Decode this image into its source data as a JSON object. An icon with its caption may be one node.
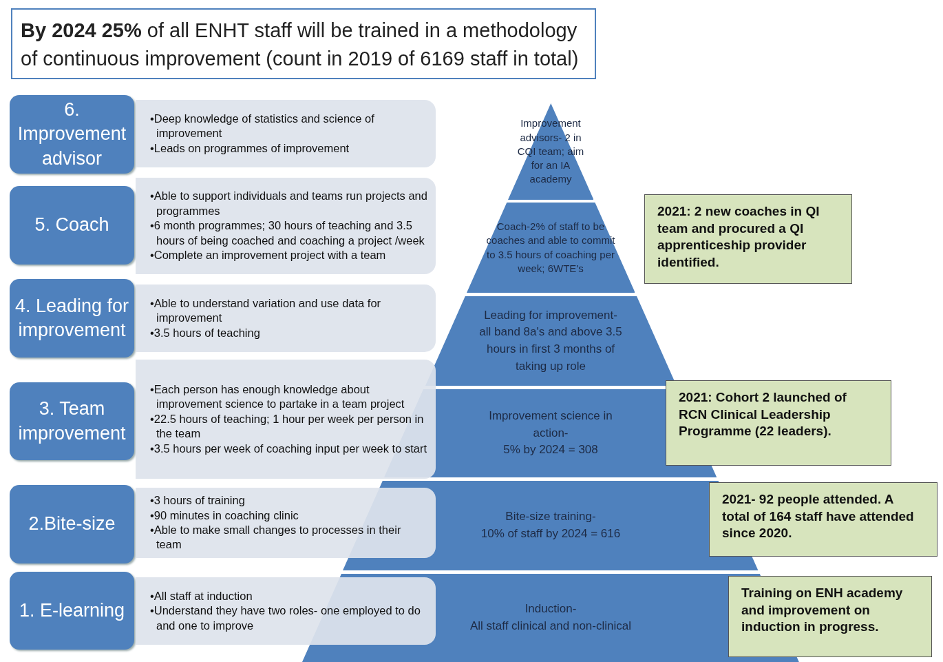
{
  "diagram": {
    "title": "**By 2024 25%** of all ENHT staff will be trained in a methodology of continuous improvement (count in 2019 of 6169 staff in total)",
    "nodes": [
      {
        "text": [
          "6. Improvement advisor"
        ]
      },
      {
        "text": [
          "•Deep knowledge of statistics and science of improvement",
          "•Leads on programmes of improvement"
        ]
      },
      {
        "text": [
          "5. Coach"
        ]
      },
      {
        "text": [
          "•Able to support individuals and teams run projects and programmes",
          "•6 month programmes; 30 hours of teaching and 3.5 hours of being coached and coaching a project /week",
          "•Complete an improvement project with a team"
        ]
      },
      {
        "text": [
          "4. Leading for improvement"
        ]
      },
      {
        "text": [
          "•Able to understand variation and use data for improvement",
          "•3.5 hours of teaching"
        ]
      },
      {
        "text": [
          "3. Team improvement"
        ]
      },
      {
        "text": [
          "•Each person has enough knowledge about improvement science to partake in a team project",
          "•22.5 hours of teaching; 1 hour per week per person in the team",
          "•3.5 hours per week of coaching input per week to start"
        ]
      },
      {
        "text": [
          "2.Bite-size"
        ]
      },
      {
        "text": [
          "•3 hours of training",
          "•90 minutes in coaching clinic",
          "•Able to make small changes to processes in their team"
        ]
      },
      {
        "text": [
          "1. E-learning"
        ]
      },
      {
        "text": [
          "•All staff at induction",
          "•Understand they have two roles- one employed to do and one to improve"
        ]
      },
      {
        "text": [
          "Improvement advisors- 2 in CQI team; aim for an IA academy"
        ]
      },
      {
        "text": [
          "Coach-2% of staff to be coaches and able to commit to 3.5 hours of coaching per week; 6WTE's"
        ]
      },
      {
        "text": [
          "Leading for improvement- all band 8a's and above 3.5 hours in first 3 months of taking up role"
        ]
      },
      {
        "text": [
          "Improvement science in action-",
          "5% by 2024 = 308"
        ]
      },
      {
        "text": [
          "Bite-size training-",
          "10% of staff by 2024 = 616"
        ]
      },
      {
        "text": [
          "Induction-",
          "All staff clinical and non-clinical"
        ]
      },
      {
        "text": [
          "2021: 2 new coaches in QI team and procured a QI apprenticeship provider identified."
        ]
      },
      {
        "text": [
          "2021: Cohort 2 launched of RCN Clinical Leadership Programme (22 leaders)."
        ]
      },
      {
        "text": [
          "2021- 92 people attended. A total of 164 staff have attended since 2020."
        ]
      },
      {
        "text": [
          "Training on ENH academy and improvement on induction in progress."
        ]
      }
    ]
  }
}
